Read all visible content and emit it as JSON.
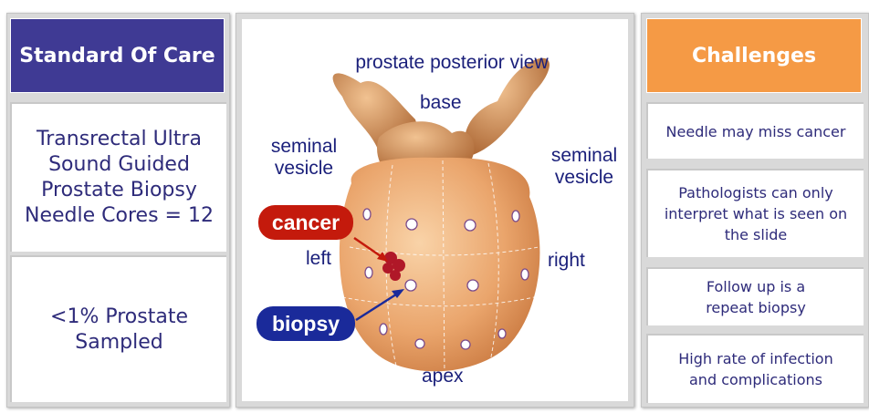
{
  "left": {
    "header": "Standard Of Care",
    "items": [
      "Transrectal Ultra Sound Guided Prostate Biopsy Needle Cores = 12",
      "<1% Prostate Sampled"
    ],
    "header_color": "#3f3a94"
  },
  "center": {
    "title": "prostate posterior view",
    "base": "base",
    "seminal_left": "seminal vesicle",
    "seminal_right": "seminal vesicle",
    "left": "left",
    "right": "right",
    "apex": "apex",
    "cancer": "cancer",
    "biopsy": "biopsy",
    "cancer_color": "#c41a0c",
    "biopsy_color": "#1a2a9a"
  },
  "right": {
    "header": "Challenges",
    "items": [
      "Needle may miss cancer",
      "Pathologists can only interpret what is seen on the slide",
      "Follow up is a repeat biopsy",
      "High rate of infection and complications"
    ],
    "header_color": "#f59a45"
  }
}
